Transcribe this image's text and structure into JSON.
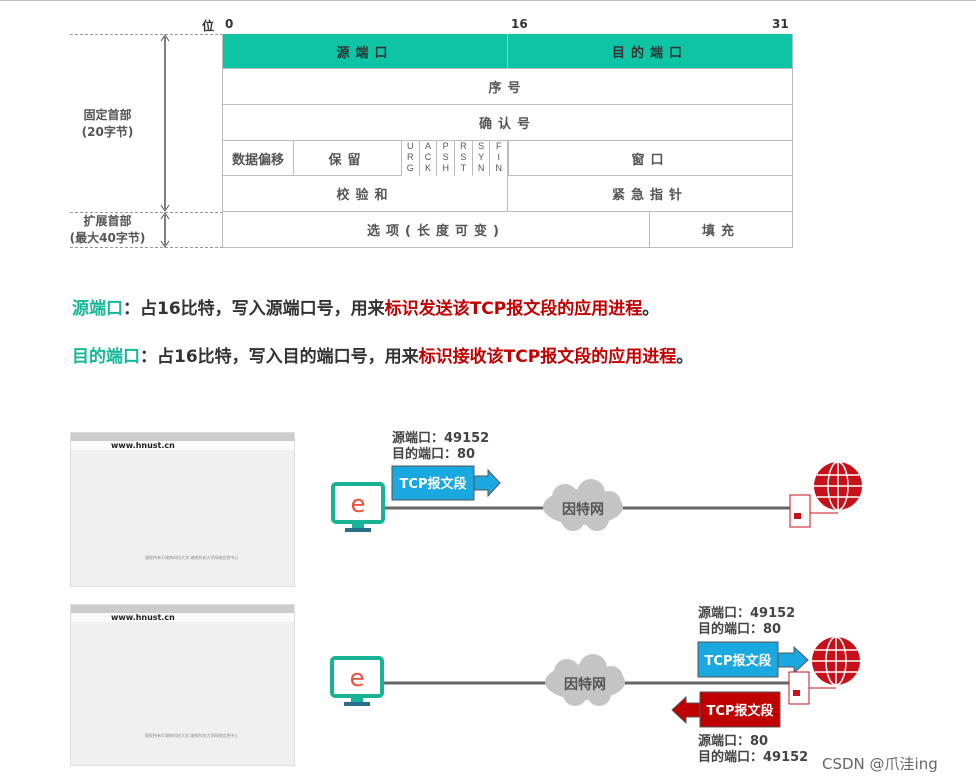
{
  "header_table": {
    "bit_label": "位",
    "bit_0": "0",
    "bit_16": "16",
    "bit_31": "31",
    "fixed_header": "固定首部",
    "fixed_size": "(20字节)",
    "ext_header": "扩展首部",
    "ext_size": "(最大40字节)",
    "source_port": "源端口",
    "dest_port": "目的端口",
    "seq": "序号",
    "ack": "确认号",
    "data_offset": "数据偏移",
    "reserved": "保留",
    "flags": [
      [
        "U",
        "R",
        "G"
      ],
      [
        "A",
        "C",
        "K"
      ],
      [
        "P",
        "S",
        "H"
      ],
      [
        "R",
        "S",
        "T"
      ],
      [
        "S",
        "Y",
        "N"
      ],
      [
        "F",
        "I",
        "N"
      ]
    ],
    "window": "窗口",
    "checksum": "校验和",
    "urgent": "紧急指针",
    "options": "选项(长度可变)",
    "padding": "填充"
  },
  "descriptions": [
    {
      "term": "源端口",
      "sep": "：",
      "text": "占16比特，写入源端口号，用来",
      "highlight": "标识发送该TCP报文段的应用进程",
      "end": "。"
    },
    {
      "term": "目的端口",
      "sep": "：",
      "text": "占16比特，写入目的端口号，用来",
      "highlight": "标识接收该TCP报文段的应用进程",
      "end": "。"
    }
  ],
  "browser": {
    "url": "www.hnust.cn",
    "footer": "版权所有©湖南科技大学 湖南科技大学网络信息中心"
  },
  "scene1": {
    "src": "源端口：49152",
    "dst": "目的端口：80",
    "segment": "TCP报文段",
    "cloud": "因特网",
    "client_icon": "e"
  },
  "scene2": {
    "req_src": "源端口：49152",
    "req_dst": "目的端口：80",
    "req_segment": "TCP报文段",
    "resp_segment": "TCP报文段",
    "resp_src": "源端口：80",
    "resp_dst": "目的端口：49152",
    "cloud": "因特网",
    "client_icon": "e"
  },
  "watermark": "CSDN @爪洼ing",
  "colors": {
    "teal": "#0dc5a5",
    "red": "#c00000",
    "blue": "#1aa8e0"
  }
}
